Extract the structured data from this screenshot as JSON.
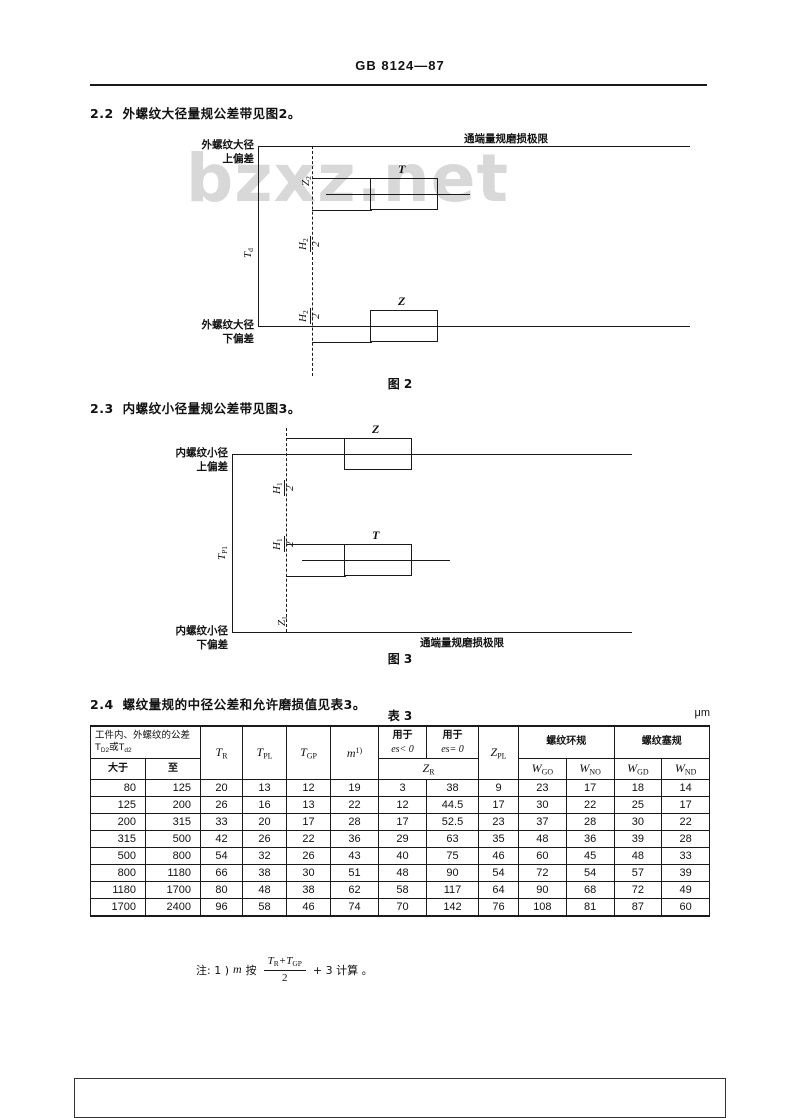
{
  "document": {
    "standard_number": "GB  8124—87",
    "watermark": "bzxz.net"
  },
  "sections": [
    {
      "id": "2.2",
      "number": "2.2",
      "text": "外螺纹大径量规公差带见图2。"
    },
    {
      "id": "2.3",
      "number": "2.3",
      "text": "内螺纹小径量规公差带见图3。"
    },
    {
      "id": "2.4",
      "number": "2.4",
      "text": "螺纹量规的中径公差和允许磨损值见表3。"
    }
  ],
  "figure2": {
    "caption": "图 2",
    "label_upper_left_line1": "外螺纹大径",
    "label_upper_left_line2": "上偏差",
    "label_lower_left_line1": "外螺纹大径",
    "label_lower_left_line2": "下偏差",
    "label_wear_limit": "通端量规磨损极限",
    "label_Td": "T",
    "label_Td_sub": "d",
    "label_Z2": "Z",
    "label_Z2_sub": "2",
    "label_H2_num": "H",
    "label_H2_sub": "2",
    "label_H2_den": "2",
    "zone_T": "T",
    "zone_Z": "Z"
  },
  "figure3": {
    "caption": "图 3",
    "label_upper_left_line1": "内螺纹小径",
    "label_upper_left_line2": "上偏差",
    "label_lower_left_line1": "内螺纹小径",
    "label_lower_left_line2": "下偏差",
    "label_wear_limit": "通端量规磨损极限",
    "label_TP1": "T",
    "label_TP1_sub": "P1",
    "label_Z1": "Z",
    "label_Z1_sub": "1",
    "label_H1_num": "H",
    "label_H1_sub": "1",
    "label_H1_den": "2",
    "zone_Z": "Z",
    "zone_T": "T"
  },
  "table": {
    "title": "表 3",
    "unit": "μm",
    "header": {
      "range_group": "工件内、外螺纹的公差T",
      "range_group_sub1": "D2",
      "range_group_mid": "或T",
      "range_group_sub2": "d2",
      "col_greater": "大于",
      "col_upto": "至",
      "col_TR": "T",
      "col_TR_sub": "R",
      "col_TPL": "T",
      "col_TPL_sub": "PL",
      "col_TGP": "T",
      "col_TGP_sub": "GP",
      "col_m": "m",
      "col_m_sup": "1)",
      "col_es_lt0_line1": "用于",
      "col_es_lt0_line2": "es< 0",
      "col_es_eq0_line1": "用于",
      "col_es_eq0_line2": "es= 0",
      "col_ZR": "Z",
      "col_ZR_sub": "R",
      "col_ZPL": "Z",
      "col_ZPL_sub": "PL",
      "group_ring_gauge": "螺纹环规",
      "group_plug_gauge": "螺纹塞规",
      "col_WGO": "W",
      "col_WGO_sub": "GO",
      "col_WNO": "W",
      "col_WNO_sub": "NO",
      "col_WGD": "W",
      "col_WGD_sub": "GD",
      "col_WND": "W",
      "col_WND_sub": "ND"
    },
    "rows": [
      {
        "greater": "80",
        "upto": "125",
        "TR": "20",
        "TPL": "13",
        "TGP": "12",
        "m": "19",
        "ZR_es_lt0": "3",
        "ZR_es_eq0": "38",
        "ZPL": "9",
        "WGO": "23",
        "WNO": "17",
        "WGD": "18",
        "WND": "14"
      },
      {
        "greater": "125",
        "upto": "200",
        "TR": "26",
        "TPL": "16",
        "TGP": "13",
        "m": "22",
        "ZR_es_lt0": "12",
        "ZR_es_eq0": "44.5",
        "ZPL": "17",
        "WGO": "30",
        "WNO": "22",
        "WGD": "25",
        "WND": "17"
      },
      {
        "greater": "200",
        "upto": "315",
        "TR": "33",
        "TPL": "20",
        "TGP": "17",
        "m": "28",
        "ZR_es_lt0": "17",
        "ZR_es_eq0": "52.5",
        "ZPL": "23",
        "WGO": "37",
        "WNO": "28",
        "WGD": "30",
        "WND": "22"
      },
      {
        "greater": "315",
        "upto": "500",
        "TR": "42",
        "TPL": "26",
        "TGP": "22",
        "m": "36",
        "ZR_es_lt0": "29",
        "ZR_es_eq0": "63",
        "ZPL": "35",
        "WGO": "48",
        "WNO": "36",
        "WGD": "39",
        "WND": "28"
      },
      {
        "greater": "500",
        "upto": "800",
        "TR": "54",
        "TPL": "32",
        "TGP": "26",
        "m": "43",
        "ZR_es_lt0": "40",
        "ZR_es_eq0": "75",
        "ZPL": "46",
        "WGO": "60",
        "WNO": "45",
        "WGD": "48",
        "WND": "33"
      },
      {
        "greater": "800",
        "upto": "1180",
        "TR": "66",
        "TPL": "38",
        "TGP": "30",
        "m": "51",
        "ZR_es_lt0": "48",
        "ZR_es_eq0": "90",
        "ZPL": "54",
        "WGO": "72",
        "WNO": "54",
        "WGD": "57",
        "WND": "39"
      },
      {
        "greater": "1180",
        "upto": "1700",
        "TR": "80",
        "TPL": "48",
        "TGP": "38",
        "m": "62",
        "ZR_es_lt0": "58",
        "ZR_es_eq0": "117",
        "ZPL": "64",
        "WGO": "90",
        "WNO": "68",
        "WGD": "72",
        "WND": "49"
      },
      {
        "greater": "1700",
        "upto": "2400",
        "TR": "96",
        "TPL": "58",
        "TGP": "46",
        "m": "74",
        "ZR_es_lt0": "70",
        "ZR_es_eq0": "142",
        "ZPL": "76",
        "WGO": "108",
        "WNO": "81",
        "WGD": "87",
        "WND": "60"
      }
    ],
    "footnote": {
      "prefix": "注:  1 )",
      "symbol": "m",
      "verb": "按",
      "num_a": "T",
      "num_a_sub": "R",
      "num_plus": "+",
      "num_b": "T",
      "num_b_sub": "GP",
      "den": "2",
      "tail": "+ 3 计算 。"
    }
  }
}
